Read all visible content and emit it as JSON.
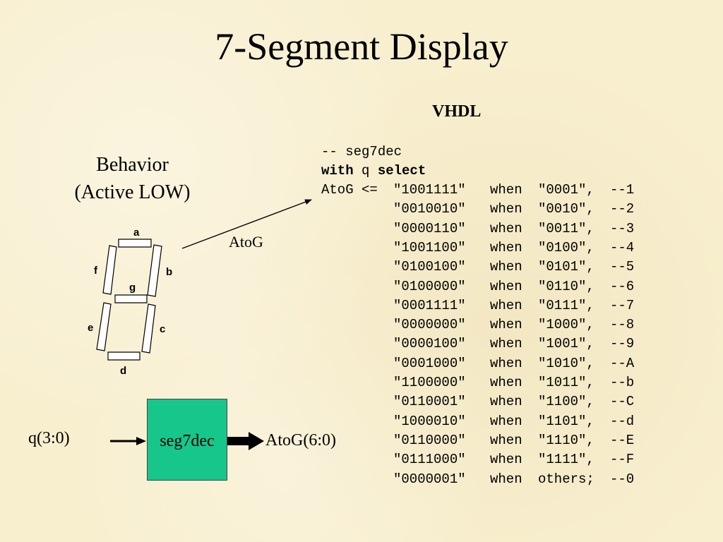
{
  "title": "7-Segment Display",
  "vhdl_heading": "VHDL",
  "behavior": {
    "line1": "Behavior",
    "line2": "(Active LOW)"
  },
  "arrow_label": "AtoG",
  "segments": {
    "a": "a",
    "b": "b",
    "c": "c",
    "d": "d",
    "e": "e",
    "f": "f",
    "g": "g"
  },
  "block": {
    "name": "seg7dec",
    "input": "q(3:0)",
    "output": "AtoG(6:0)"
  },
  "code": {
    "comment": "-- seg7dec",
    "with_kw": "with",
    "with_var": "q",
    "select_kw": "select",
    "assign": "AtoG <=",
    "when_kw": "when",
    "rows": [
      {
        "value": "\"1001111\"",
        "sel": "\"0001\",",
        "comment": "--1"
      },
      {
        "value": "\"0010010\"",
        "sel": "\"0010\",",
        "comment": "--2"
      },
      {
        "value": "\"0000110\"",
        "sel": "\"0011\",",
        "comment": "--3"
      },
      {
        "value": "\"1001100\"",
        "sel": "\"0100\",",
        "comment": "--4"
      },
      {
        "value": "\"0100100\"",
        "sel": "\"0101\",",
        "comment": "--5"
      },
      {
        "value": "\"0100000\"",
        "sel": "\"0110\",",
        "comment": "--6"
      },
      {
        "value": "\"0001111\"",
        "sel": "\"0111\",",
        "comment": "--7"
      },
      {
        "value": "\"0000000\"",
        "sel": "\"1000\",",
        "comment": "--8"
      },
      {
        "value": "\"0000100\"",
        "sel": "\"1001\",",
        "comment": "--9"
      },
      {
        "value": "\"0001000\"",
        "sel": "\"1010\",",
        "comment": "--A"
      },
      {
        "value": "\"1100000\"",
        "sel": "\"1011\",",
        "comment": "--b"
      },
      {
        "value": "\"0110001\"",
        "sel": "\"1100\",",
        "comment": "--C"
      },
      {
        "value": "\"1000010\"",
        "sel": "\"1101\",",
        "comment": "--d"
      },
      {
        "value": "\"0110000\"",
        "sel": "\"1110\",",
        "comment": "--E"
      },
      {
        "value": "\"0111000\"",
        "sel": "\"1111\",",
        "comment": "--F"
      },
      {
        "value": "\"0000001\"",
        "sel": "others;",
        "comment": "--0"
      }
    ]
  }
}
